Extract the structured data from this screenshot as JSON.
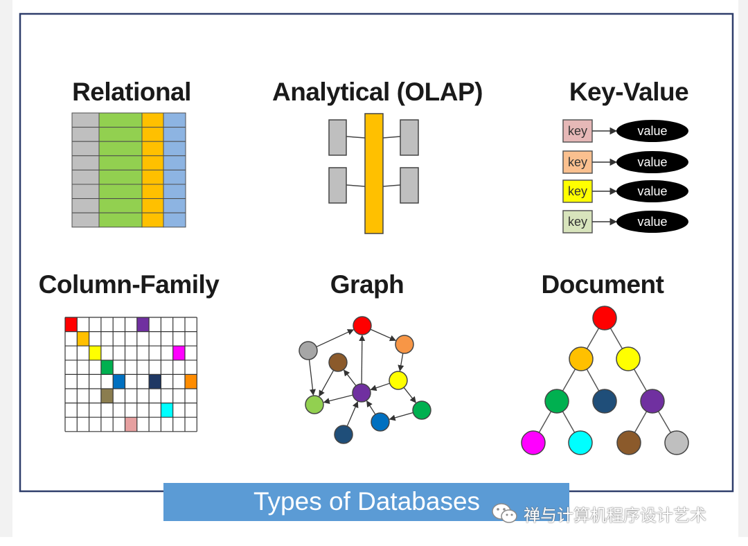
{
  "panels": {
    "relational": {
      "title": "Relational"
    },
    "olap": {
      "title": "Analytical (OLAP)"
    },
    "key_value": {
      "title": "Key-Value",
      "pairs": [
        {
          "key": "key",
          "value": "value",
          "key_color": "#e6b8b7"
        },
        {
          "key": "key",
          "value": "value",
          "key_color": "#fac08f"
        },
        {
          "key": "key",
          "value": "value",
          "key_color": "#ffff00"
        },
        {
          "key": "key",
          "value": "value",
          "key_color": "#d8e4bc"
        }
      ]
    },
    "column_family": {
      "title": "Column-Family",
      "colored_cells": [
        {
          "row": 0,
          "col": 0,
          "color": "#ff0000"
        },
        {
          "row": 0,
          "col": 6,
          "color": "#7030a0"
        },
        {
          "row": 1,
          "col": 1,
          "color": "#ffc000"
        },
        {
          "row": 2,
          "col": 2,
          "color": "#ffff00"
        },
        {
          "row": 2,
          "col": 9,
          "color": "#ff00ff"
        },
        {
          "row": 3,
          "col": 3,
          "color": "#00b050"
        },
        {
          "row": 4,
          "col": 4,
          "color": "#0070c0"
        },
        {
          "row": 4,
          "col": 7,
          "color": "#1f3864"
        },
        {
          "row": 4,
          "col": 10,
          "color": "#ff8c00"
        },
        {
          "row": 5,
          "col": 3,
          "color": "#8b7d4f"
        },
        {
          "row": 6,
          "col": 8,
          "color": "#00ffff"
        },
        {
          "row": 7,
          "col": 5,
          "color": "#e6a0a0"
        }
      ]
    },
    "graph": {
      "title": "Graph"
    },
    "document": {
      "title": "Document"
    }
  },
  "banner": {
    "text": "Types of Databases"
  },
  "watermark": {
    "text": "禅与计算机程序设计艺术"
  },
  "colors": {
    "frame": "#2f3e6b",
    "banner": "#5b9bd5",
    "relational_columns": [
      "#bfbfbf",
      "#92d050",
      "#ffc000",
      "#8db4e2"
    ],
    "olap_bar": "#ffc000",
    "olap_box": "#bfbfbf"
  }
}
